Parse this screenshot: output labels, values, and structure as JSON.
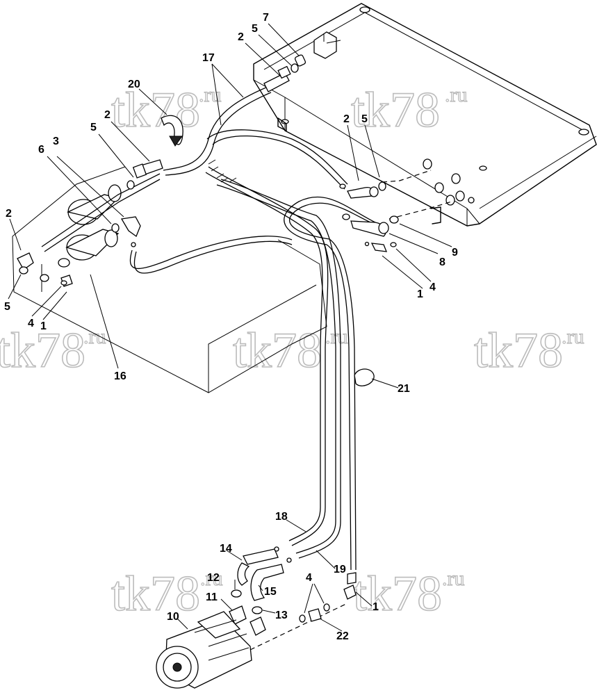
{
  "watermark": {
    "main": "tk78",
    "suffix": ".ru"
  },
  "callouts": {
    "n1": "1",
    "n2": "2",
    "n3": "3",
    "n4": "4",
    "n5": "5",
    "n6": "6",
    "n7": "7",
    "n8": "8",
    "n9": "9",
    "n10": "10",
    "n11": "11",
    "n12": "12",
    "n13": "13",
    "n14": "14",
    "n15": "15",
    "n16": "16",
    "n17": "17",
    "n18": "18",
    "n19": "19",
    "n20": "20",
    "n21": "21",
    "n22": "22"
  }
}
